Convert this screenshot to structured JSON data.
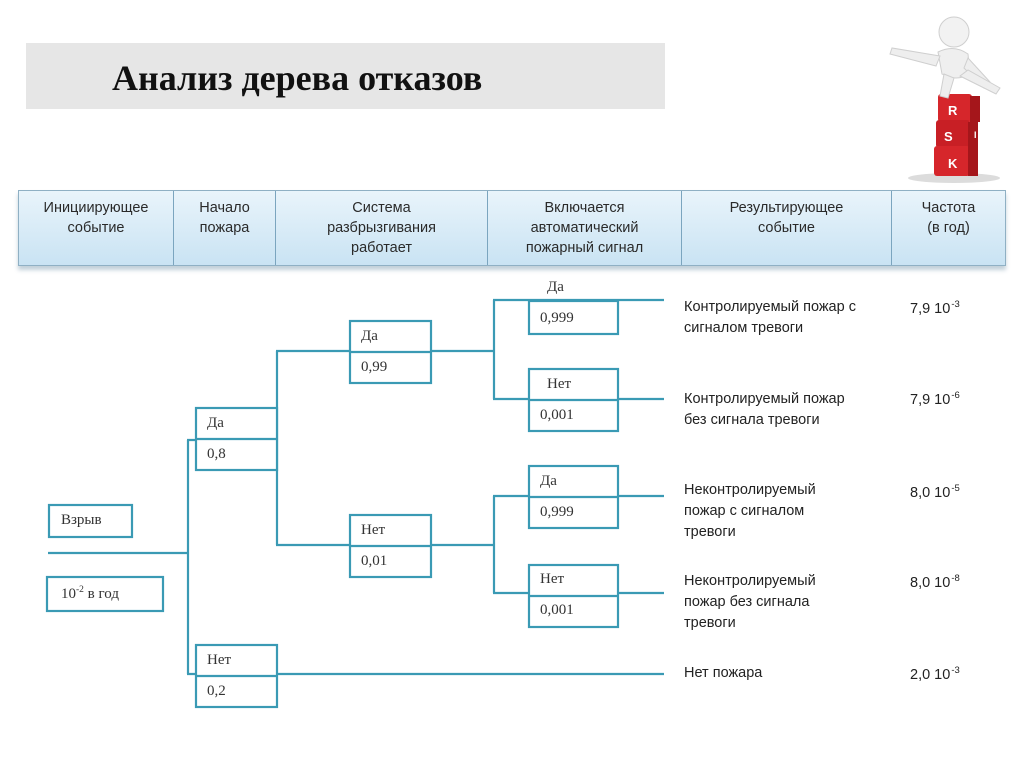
{
  "title": "Анализ дерева отказов",
  "header": {
    "columns": [
      "Инициирующее\nсобытие",
      "Начало\nпожара",
      "Система\nразбрызгивания\nработает",
      "Включается\nавтоматический\nпожарный сигнал",
      "Результирующее\nсобытие",
      "Частота\n(в год)"
    ]
  },
  "tree": {
    "initiating": {
      "label": "Взрыв",
      "freq_base": "10",
      "freq_exp": "-2",
      "freq_unit": " в год"
    },
    "fire_yes": {
      "label": "Да",
      "value": "0,8"
    },
    "fire_no": {
      "label": "Нет",
      "value": "0,2"
    },
    "sprinkler_yes": {
      "label": "Да",
      "value": "0,99"
    },
    "sprinkler_no": {
      "label": "Нет",
      "value": "0,01"
    },
    "alarm_yes_1": {
      "label": "Да",
      "value": "0,999"
    },
    "alarm_no_1": {
      "label": "Нет",
      "value": "0,001"
    },
    "alarm_yes_2": {
      "label": "Да",
      "value": "0,999"
    },
    "alarm_no_2": {
      "label": "Нет",
      "value": "0,001"
    }
  },
  "outcomes": [
    {
      "event": "Контролируемый пожар с\nсигналом тревоги",
      "freq_base": "7,9 10",
      "freq_exp": "-3"
    },
    {
      "event": "Контролируемый пожар\nбез сигнала тревоги",
      "freq_base": "7,9 10",
      "freq_exp": "-6"
    },
    {
      "event": "Неконтролируемый\nпожар с сигналом\nтревоги",
      "freq_base": "8,0 10",
      "freq_exp": "-5"
    },
    {
      "event": "Неконтролируемый\nпожар без сигнала\nтревоги",
      "freq_base": "8,0 10",
      "freq_exp": "-8"
    },
    {
      "event": "Нет пожара",
      "freq_base": "2,0 10",
      "freq_exp": "-3"
    }
  ],
  "colors": {
    "line": "#3a9ab4",
    "header_border": "#7ba5bf",
    "title_bg": "#e6e6e6"
  },
  "mascot": {
    "icon": "risk-mascot-icon",
    "cube_letters": [
      "R",
      "I",
      "S",
      "K"
    ]
  }
}
